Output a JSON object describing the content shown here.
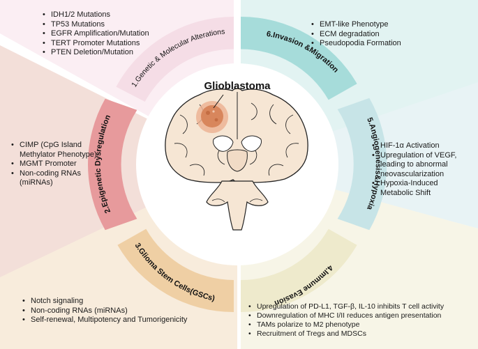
{
  "title": "Glioblastoma",
  "colors": {
    "genetic_band": "#f5dde6",
    "genetic_panel": "#fbeef3",
    "invasion_band": "#a6dcda",
    "invasion_panel": "#e2f3f2",
    "angio_band": "#c7e4e7",
    "angio_panel": "#e8f3f5",
    "immune_band": "#eeeacc",
    "immune_panel": "#f7f5e7",
    "stem_band": "#efcfa4",
    "stem_panel": "#f8ecdc",
    "epi_band": "#e79a9c",
    "epi_panel": "#f3dfd9",
    "tumor": "#d8865c",
    "brain_fill": "#f6e6d4"
  },
  "sections": {
    "genetic": {
      "label": "1.Genetic & Molecular Alterations",
      "items": [
        "IDH1/2 Mutations",
        "TP53 Mutations",
        "EGFR Amplification/Mutation",
        "TERT Promoter Mutations",
        "PTEN Deletion/Mutation"
      ]
    },
    "epigenetic": {
      "label": "2.Epigenetic Dysregulation",
      "items": [
        "CIMP (CpG Island Methylator Phenotype)",
        "MGMT Promoter",
        "Non-coding RNAs (miRNAs)"
      ]
    },
    "stem": {
      "label": "3.Glioma Stem Cells(GSCs)",
      "items": [
        "Notch signaling",
        "Non-coding RNAs (miRNAs)",
        "Self-renewal, Multipotency and Tumorigenicity"
      ]
    },
    "immune": {
      "label": "4.Immune Evasion",
      "items": [
        "Upregulation of PD-L1, TGF-β, IL-10 inhibits T cell activity",
        "Downregulation of MHC I/II reduces antigen presentation",
        "TAMs polarize to M2 phenotype",
        "Recruitment of Tregs and MDSCs"
      ]
    },
    "angio": {
      "label": "5.Angiogenesis&Hypoxia",
      "items": [
        "HIF-1α Activation",
        "Upregulation of VEGF, leading to abnormal neovascularization",
        "Hypoxia-Induced Metabolic Shift"
      ]
    },
    "invasion": {
      "label": "6.Invasion &Migration",
      "items": [
        "EMT-like Phenotype",
        "ECM degradation",
        "Pseudopodia Formation"
      ]
    }
  }
}
